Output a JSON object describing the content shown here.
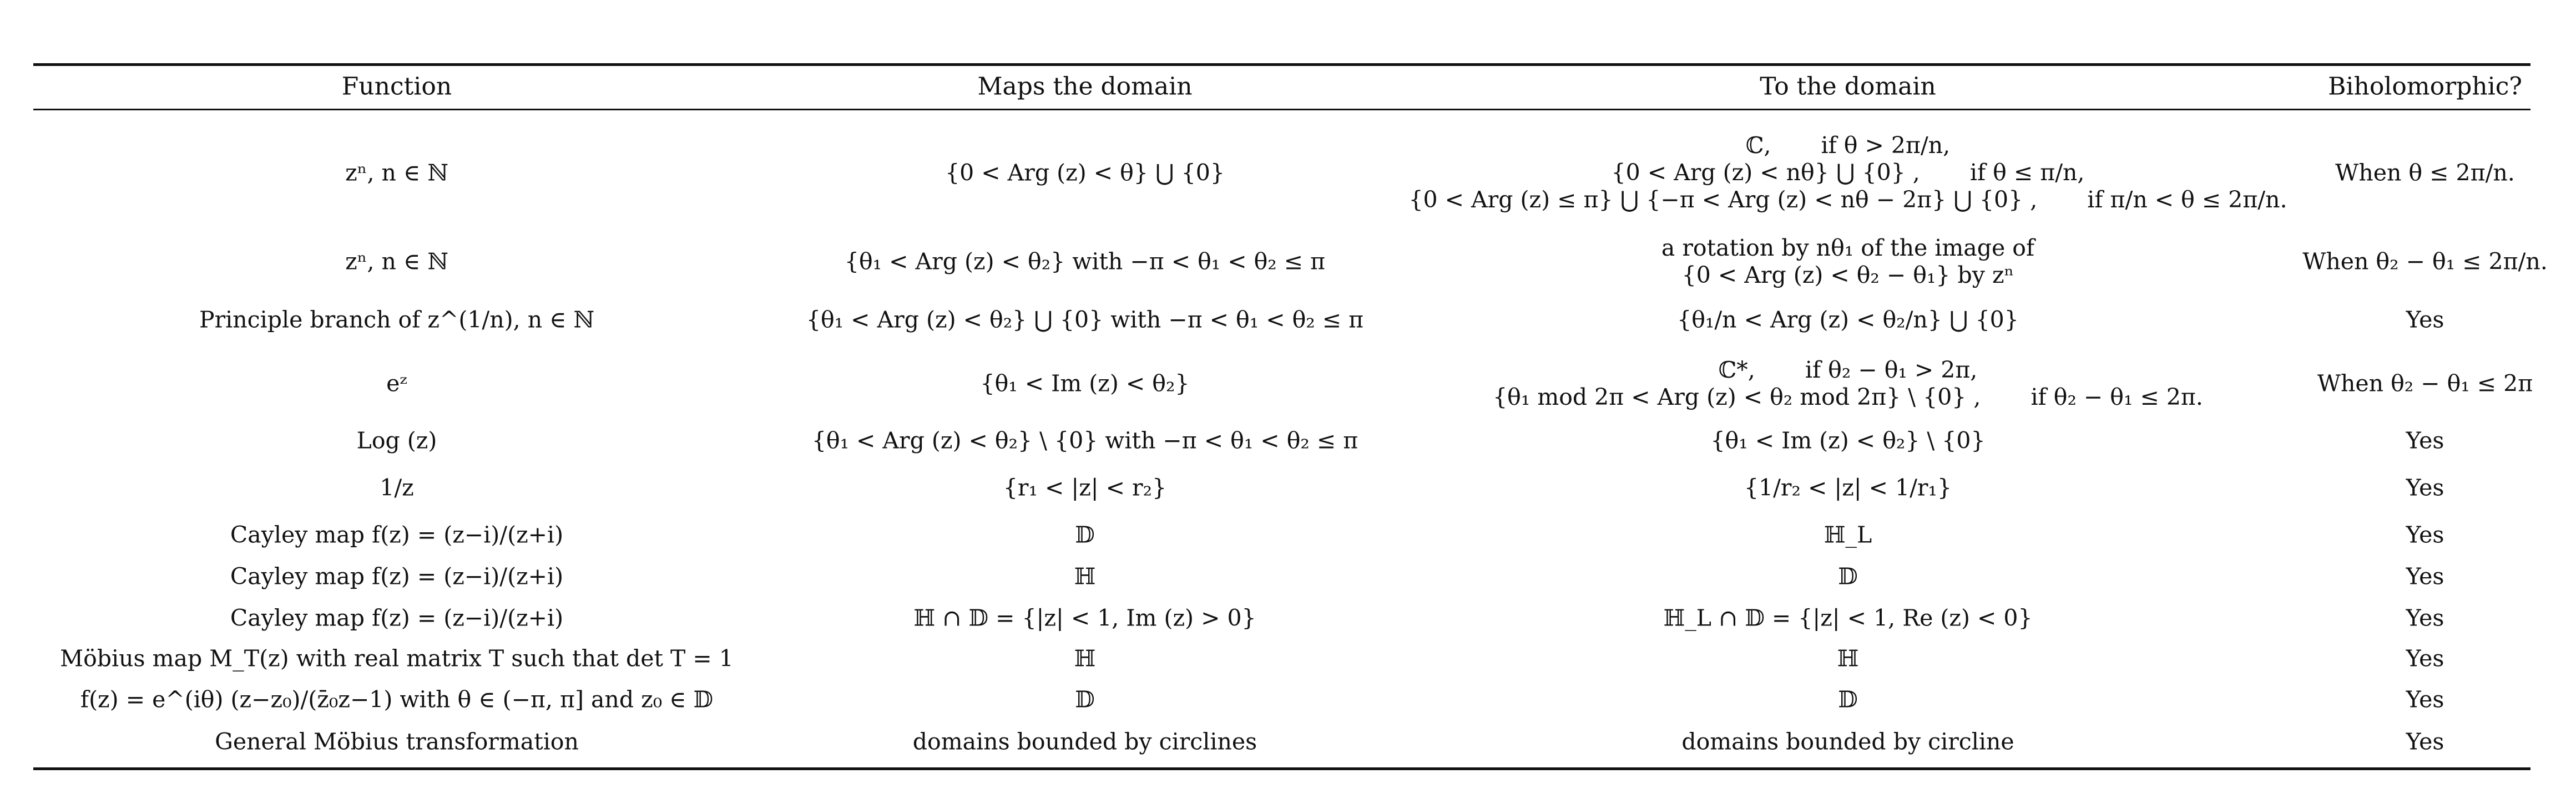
{
  "headers": [
    "Function",
    "Maps the domain",
    "To the domain",
    "Biholomorphic?"
  ],
  "rows": [
    {
      "func": "zⁿ,   n ∈ ℕ",
      "maps": "{0 < Arg (z) < θ} ⋃ {0}",
      "to_lines": [
        {
          "expr": "ℂ,",
          "cond": "if  θ > 2π/n,"
        },
        {
          "expr": "{0 < Arg (z) < nθ} ⋃ {0} ,",
          "cond": "if  θ ≤ π/n,"
        },
        {
          "expr": "{0 < Arg (z) ≤ π} ⋃ {−π < Arg (z) < nθ − 2π} ⋃ {0} ,",
          "cond": "if  π/n < θ ≤ 2π/n."
        }
      ],
      "bih": "When θ ≤ 2π/n."
    },
    {
      "func": "zⁿ,   n ∈ ℕ",
      "maps": "{θ₁ < Arg (z) < θ₂}  with  −π < θ₁ < θ₂ ≤ π",
      "to_lines": [
        {
          "expr": "a rotation by nθ₁ of the image of",
          "cond": ""
        },
        {
          "expr": "{0 < Arg (z) < θ₂ − θ₁}  by zⁿ",
          "cond": ""
        }
      ],
      "bih": "When θ₂ − θ₁ ≤ 2π/n."
    },
    {
      "func": "Principle branch of z^(1/n), n ∈ ℕ",
      "maps": "{θ₁ < Arg (z) < θ₂} ⋃ {0}  with  −π < θ₁ < θ₂ ≤ π",
      "to_lines": [
        {
          "expr": "{θ₁/n < Arg (z) < θ₂/n} ⋃ {0}",
          "cond": ""
        }
      ],
      "bih": "Yes"
    },
    {
      "func": "eᶻ",
      "maps": "{θ₁ < Im (z) < θ₂}",
      "to_lines": [
        {
          "expr": "ℂ*,",
          "cond": "if  θ₂ − θ₁ > 2π,"
        },
        {
          "expr": "{θ₁ mod 2π < Arg (z) < θ₂ mod 2π} \\ {0} ,",
          "cond": "if  θ₂ − θ₁ ≤ 2π."
        }
      ],
      "bih": "When θ₂ − θ₁ ≤ 2π"
    },
    {
      "func": "Log (z)",
      "maps": "{θ₁ < Arg (z) < θ₂} \\ {0}  with  −π < θ₁ < θ₂ ≤ π",
      "to_lines": [
        {
          "expr": "{θ₁ < Im (z) < θ₂} \\ {0}",
          "cond": ""
        }
      ],
      "bih": "Yes"
    },
    {
      "func": "1/z",
      "maps": "{r₁ < |z| < r₂}",
      "to_lines": [
        {
          "expr": "{1/r₂ < |z| < 1/r₁}",
          "cond": ""
        }
      ],
      "bih": "Yes"
    },
    {
      "func": "Cayley map f(z) = (z−i)/(z+i)",
      "maps": "𝔻",
      "to_lines": [
        {
          "expr": "ℍ_L",
          "cond": ""
        }
      ],
      "bih": "Yes"
    },
    {
      "func": "Cayley map f(z) = (z−i)/(z+i)",
      "maps": "ℍ",
      "to_lines": [
        {
          "expr": "𝔻",
          "cond": ""
        }
      ],
      "bih": "Yes"
    },
    {
      "func": "Cayley map f(z) = (z−i)/(z+i)",
      "maps": "ℍ ∩ 𝔻 = {|z| < 1,  Im (z) > 0}",
      "to_lines": [
        {
          "expr": "ℍ_L ∩ 𝔻 = {|z| < 1,  Re (z) < 0}",
          "cond": ""
        }
      ],
      "bih": "Yes"
    },
    {
      "func": "Möbius map M_T(z) with real matrix T such that det T = 1",
      "maps": "ℍ",
      "to_lines": [
        {
          "expr": "ℍ",
          "cond": ""
        }
      ],
      "bih": "Yes"
    },
    {
      "func": "f(z) = e^(iθ) (z−z₀)/(z̄₀z−1) with θ ∈ (−π, π] and z₀ ∈ 𝔻",
      "maps": "𝔻",
      "to_lines": [
        {
          "expr": "𝔻",
          "cond": ""
        }
      ],
      "bih": "Yes"
    },
    {
      "func": "General Möbius transformation",
      "maps": "domains bounded by circlines",
      "to_lines": [
        {
          "expr": "domains bounded by circline",
          "cond": ""
        }
      ],
      "bih": "Yes"
    }
  ]
}
